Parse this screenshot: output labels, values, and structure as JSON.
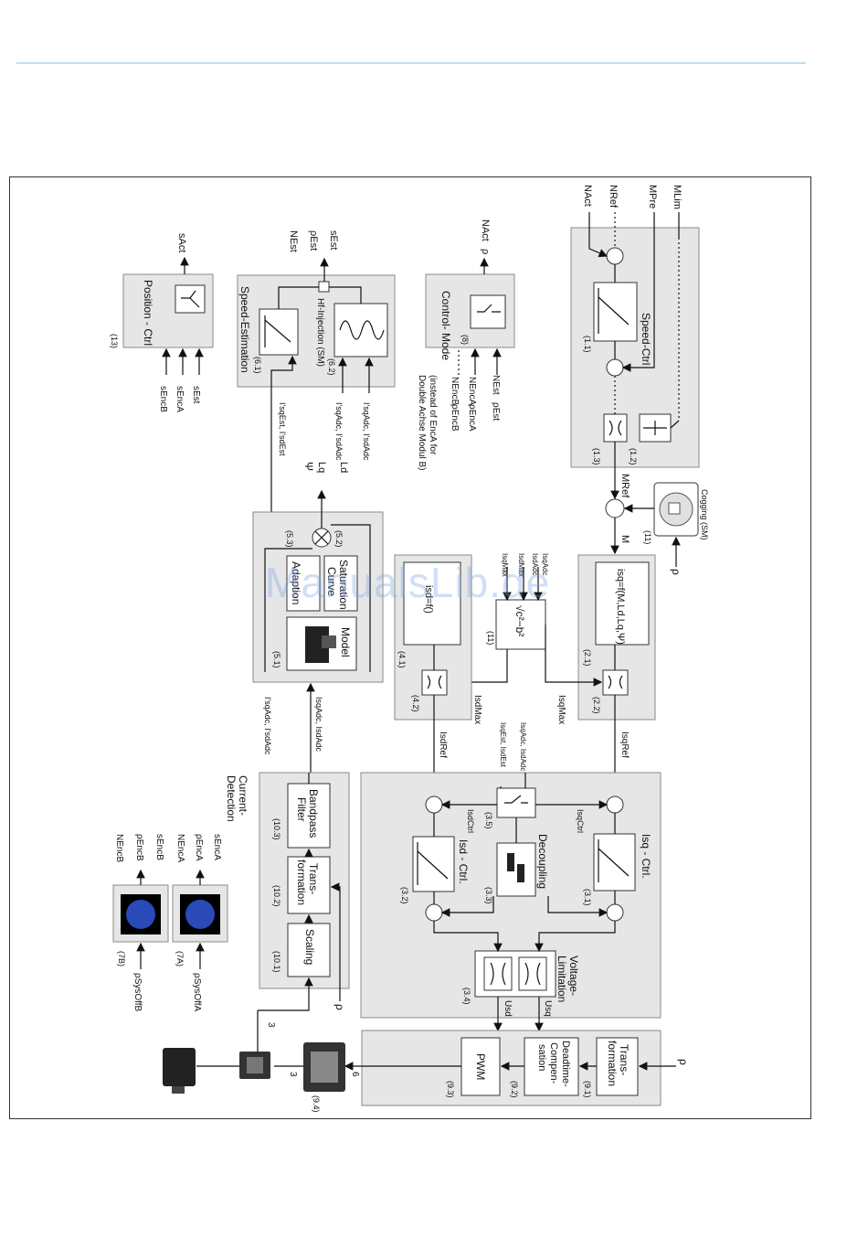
{
  "watermark": "ManualsLib.de",
  "blocks": {
    "speed_ctrl": {
      "title": "Speed-Ctrl",
      "ids": [
        "(1.1)",
        "(1.2)",
        "(1.3)"
      ]
    },
    "position_ctrl": {
      "title": "Position -\nCtrl",
      "id": "(13)"
    },
    "speed_estimation": {
      "title": "Speed-Estimation",
      "inner": "Hf-Injection (SM)",
      "ids": [
        "(6.1)",
        "(6.2)"
      ]
    },
    "control_mode": {
      "title": "Control-\nMode",
      "id": "(8)",
      "note": "(instead of EncA for\nDouble Achse Modul B)"
    },
    "cogging": {
      "title": "Cogging (SM)",
      "id": "(11)"
    },
    "torque_to_isq": {
      "formula": "isq=f(M,Ld,Lq,Ψ)",
      "ids": [
        "(2.1)",
        "(2.2)"
      ]
    },
    "field_weakening": {
      "formula": "√c²−b²",
      "id": "(11)"
    },
    "isd_f": {
      "formula": "isd=f()",
      "ids": [
        "(4.1)",
        "(4.2)"
      ]
    },
    "model": {
      "title": "Model",
      "saturation": "Saturation\nCurve",
      "adaption": "Adaption",
      "ids": [
        "(5.1)",
        "(5.2)",
        "(5.3)"
      ]
    },
    "current_ctrl": {
      "isq": "Isq - Ctrl.",
      "isd": "Isd - Ctrl.",
      "decoupling": "Decoupling",
      "voltage_limitation": "Voltage-\nLimitation",
      "ids": [
        "(3.1)",
        "(3.2)",
        "(3.3)",
        "(3.4)",
        "(3.5)"
      ]
    },
    "current_detection": {
      "title": "Current-\nDetection",
      "bandpass": "Bandpass\nFilter",
      "transformation": "Trans-\nformation",
      "scaling": "Scaling",
      "ids": [
        "(10.1)",
        "(10.2)",
        "(10.3)"
      ]
    },
    "output": {
      "transformation": "Trans-\nformation",
      "deadtime": "Deadtime-\nCompen-\nsation",
      "pwm": "PWM",
      "ids": [
        "(9.1)",
        "(9.2)",
        "(9.3)",
        "(9.4)"
      ]
    },
    "encoders": {
      "ids": [
        "(7A)",
        "(7B)"
      ]
    }
  },
  "signals": {
    "inputs_top": [
      "NAct",
      "NRef",
      "MPre",
      "MLim"
    ],
    "m_ref": "MRef",
    "m": "M",
    "rho": "ρ",
    "position_out": "sAct",
    "position_in": [
      "sEncB",
      "sEncA",
      "sEst"
    ],
    "speed_est_out": [
      "NEst",
      "ρEst",
      "sEst"
    ],
    "speed_est_in": [
      "I'sqEst, I'sdEst",
      "I'sqAdc, I'sdAdc",
      "I'sqAdc, I'sdAdc"
    ],
    "control_mode_out": [
      "NAct",
      "ρ"
    ],
    "control_mode_in": [
      "NEncB",
      "ρEncB",
      "NEncA",
      "ρEncA",
      "NEst",
      "ρEst"
    ],
    "model_out": [
      "Ld",
      "Lq",
      "Ψ"
    ],
    "field_in": [
      "IsdAdc",
      "IsqAdc",
      "IsdMax",
      "IsqMax"
    ],
    "isq_max": "IsqMax",
    "isd_max": "IsdMax",
    "isq_ref": "IsqRef",
    "isd_ref": "IsdRef",
    "isq_ctrl": "IsqCtrl",
    "isd_ctrl": "IsdCtrl",
    "current_fb": [
      "IsqAdc, IsdAdc",
      "IsqEst, IsdEst"
    ],
    "model_in": [
      "IsqAdc, IsdAdc",
      "I'sqAdc, I'sdAdc"
    ],
    "u_sq": "Usq",
    "u_sd": "Usd",
    "encA_out": [
      "sEncA",
      "ρEncA",
      "NEncA"
    ],
    "encB_out": [
      "sEncB",
      "ρEncB",
      "NEncB"
    ],
    "encA_in": "ρSysOffA",
    "encB_in": "ρSysOffB",
    "wire_counts": [
      "3",
      "3",
      "6"
    ]
  }
}
